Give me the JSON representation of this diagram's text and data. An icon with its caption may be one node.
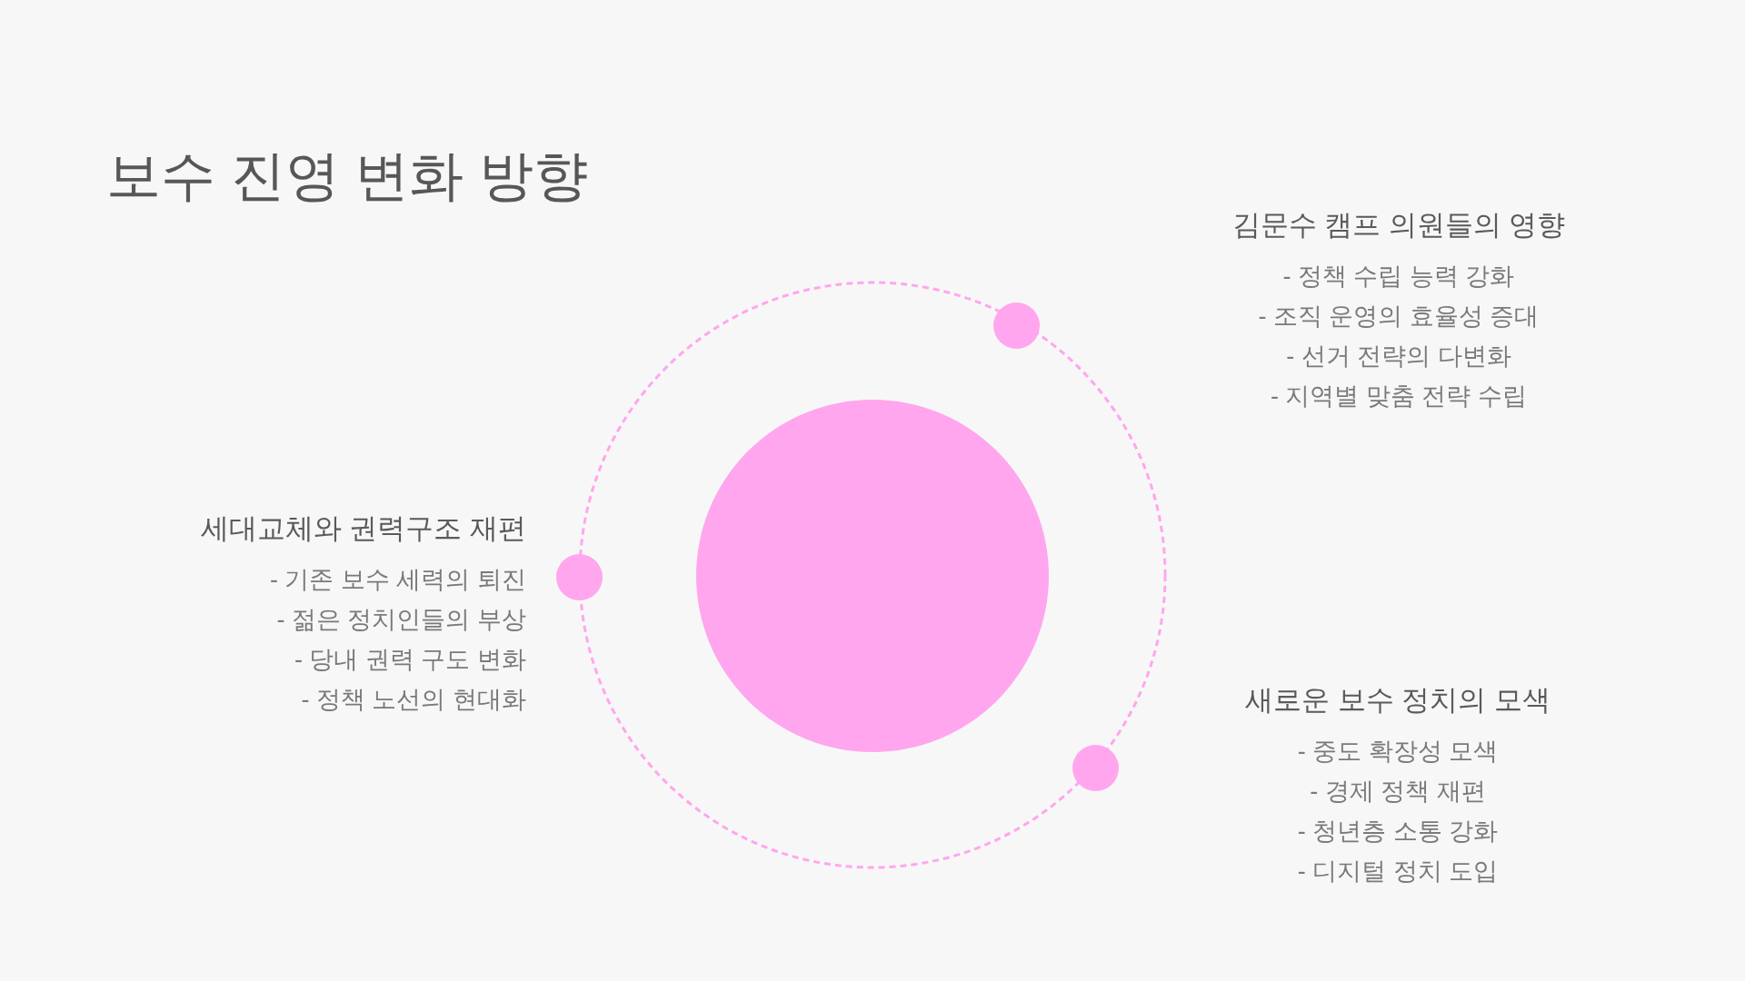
{
  "diagram": {
    "title": "보수 진영 변화 방향",
    "nodes": [
      {
        "text": [],
        "shape": "circle"
      },
      {
        "text": [],
        "shape": "circle",
        "beside": [
          "김문수 캠프 의원들의 영향",
          "- 정책 수립 능력 강화",
          "- 조직 운영의 효율성 증대",
          "- 선거 전략의 다변화",
          "- 지역별 맞춤 전략 수립"
        ]
      },
      {
        "text": [],
        "shape": "circle",
        "beside": [
          "세대교체와 권력구조 재편",
          "- 기존 보수 세력의 퇴진",
          "- 젊은 정치인들의 부상",
          "- 당내 권력 구도 변화",
          "- 정책 노선의 현대화"
        ]
      },
      {
        "text": [],
        "shape": "circle",
        "beside": [
          "새로운 보수 정치의 모색",
          "- 중도 확장성 모색",
          "- 경제 정책 재편",
          "- 청년층 소통 강화",
          "- 디지털 정치 도입"
        ]
      }
    ]
  }
}
